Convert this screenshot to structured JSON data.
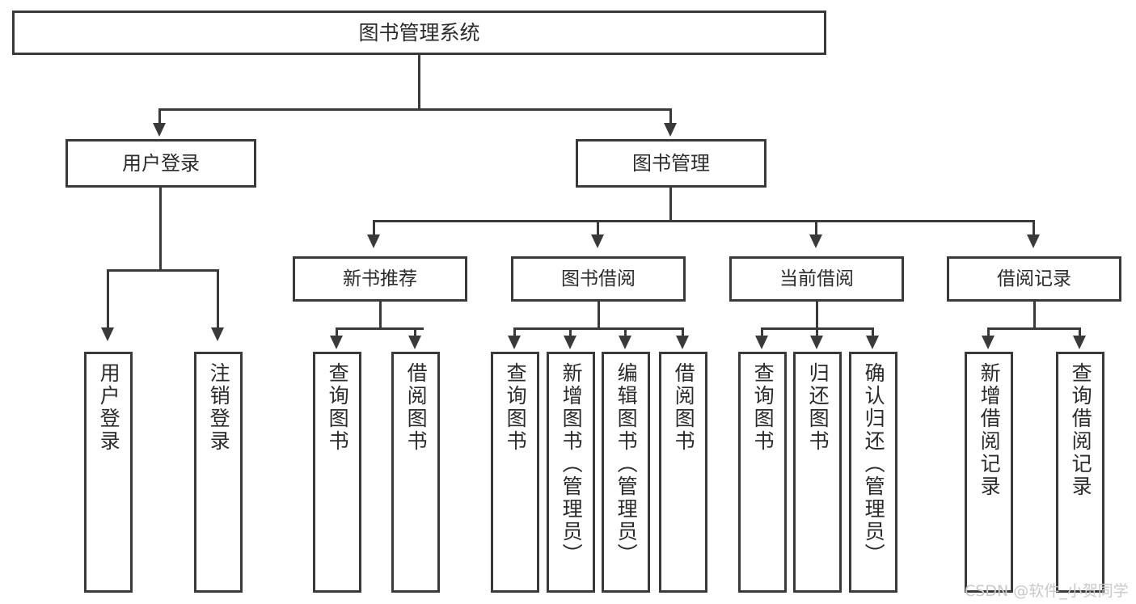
{
  "diagram": {
    "title": "图书管理系统",
    "type": "tree",
    "background_color": "#ffffff",
    "line_color": "#3a3a3a",
    "text_color": "#2b2b2b"
  },
  "nodes": {
    "root": {
      "label": "图书管理系统"
    },
    "level1": [
      {
        "label": "用户登录"
      },
      {
        "label": "图书管理"
      }
    ],
    "level2": [
      {
        "label": "新书推荐"
      },
      {
        "label": "图书借阅"
      },
      {
        "label": "当前借阅"
      },
      {
        "label": "借阅记录"
      }
    ],
    "leaves": {
      "user_login": [
        {
          "label": "用户登录"
        },
        {
          "label": "注销登录"
        }
      ],
      "new_book": [
        {
          "label": "查询图书"
        },
        {
          "label": "借阅图书"
        }
      ],
      "borrow_book": [
        {
          "label": "查询图书"
        },
        {
          "label": "新增图书（管理员）"
        },
        {
          "label": "编辑图书（管理员）"
        },
        {
          "label": "借阅图书"
        }
      ],
      "current_borrow": [
        {
          "label": "查询图书"
        },
        {
          "label": "归还图书"
        },
        {
          "label": "确认归还（管理员）"
        }
      ],
      "borrow_record": [
        {
          "label": "新增借阅记录"
        },
        {
          "label": "查询借阅记录"
        }
      ]
    }
  },
  "watermark": {
    "text": "CSDN @软件_小贺同学",
    "color": "#c9c9c9"
  }
}
